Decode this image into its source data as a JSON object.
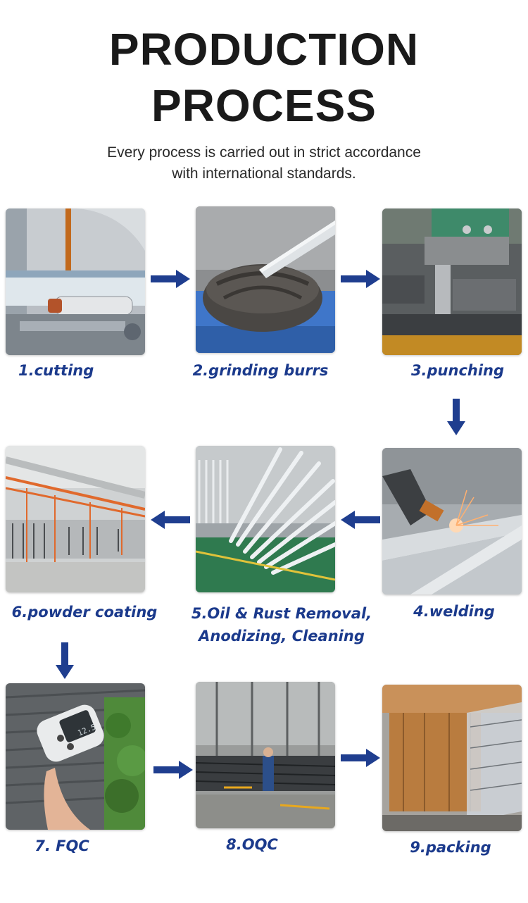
{
  "header": {
    "title_line1": "PRODUCTION",
    "title_line2": "PROCESS",
    "subtitle_line1": "Every process is carried out in strict accordance",
    "subtitle_line2": "with international standards."
  },
  "colors": {
    "label": "#1b3a8c",
    "arrow": "#1f3e8f"
  },
  "steps": [
    {
      "label": "1.cutting"
    },
    {
      "label": "2.grinding burrs"
    },
    {
      "label": "3.punching"
    },
    {
      "label": "4.welding"
    },
    {
      "label_line1": "5.Oil & Rust Removal,",
      "label_line2": "Anodizing, Cleaning"
    },
    {
      "label": "6.powder coating"
    },
    {
      "label": "7. FQC"
    },
    {
      "label": "8.OQC"
    },
    {
      "label": "9.packing"
    }
  ],
  "gauge_reading": "12.5"
}
